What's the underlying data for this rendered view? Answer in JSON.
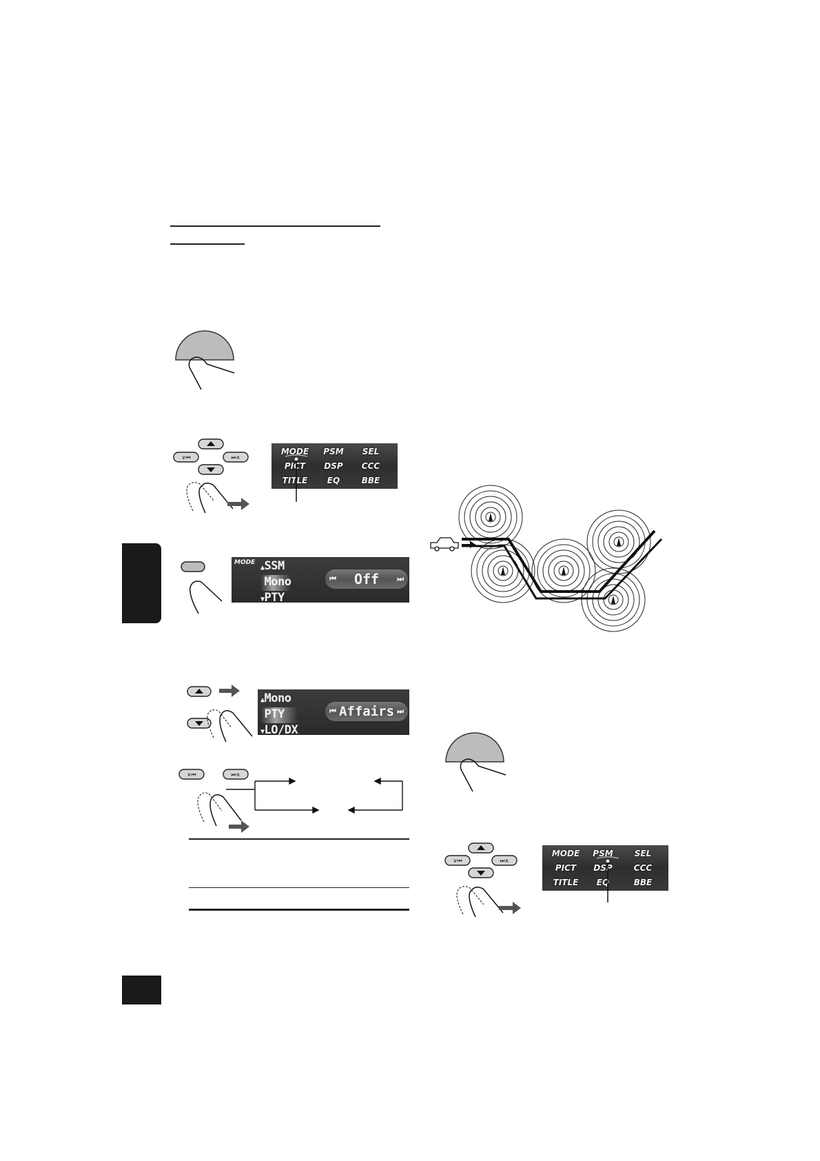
{
  "display_top": {
    "rows": [
      [
        "MODE",
        "PSM",
        "SEL"
      ],
      [
        "PICT",
        "DSP",
        "CCC"
      ],
      [
        "TITLE",
        "EQ",
        "BBE"
      ]
    ]
  },
  "display_mono": {
    "tag": "MODE",
    "menu": [
      "SSM",
      "Mono",
      "PTY"
    ],
    "value": "Off"
  },
  "display_pty": {
    "menu": [
      "Mono",
      "PTY",
      "LO/DX"
    ],
    "value": "Affairs"
  },
  "display_bottom": {
    "rows": [
      [
        "MODE",
        "PSM",
        "SEL"
      ],
      [
        "PICT",
        "DSP",
        "CCC"
      ],
      [
        "TITLE",
        "EQ",
        "BBE"
      ]
    ]
  },
  "icons": {
    "skip_back": "⏮",
    "skip_fwd": "⏭",
    "up": "▲",
    "down": "▼"
  }
}
